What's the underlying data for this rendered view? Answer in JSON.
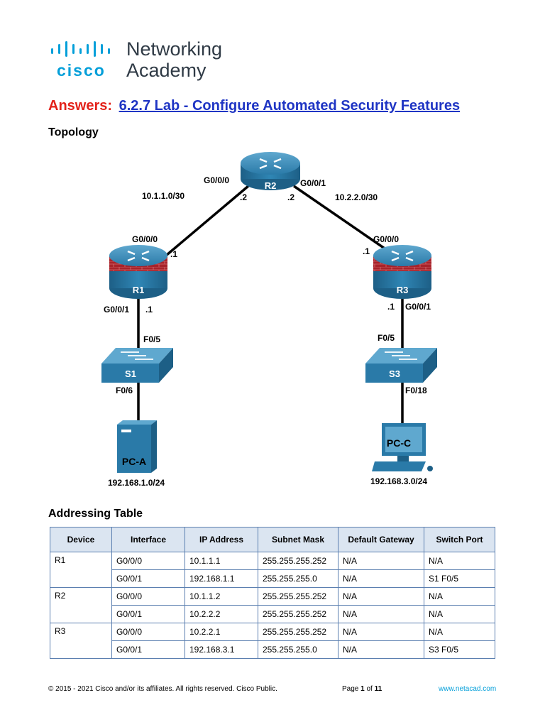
{
  "logo": {
    "brand": "cisco",
    "line1": "Networking",
    "line2": "Academy",
    "color": "#049fd9"
  },
  "title": {
    "prefix": "Answers:",
    "text": "6.2.7 Lab - Configure Automated Security Features",
    "prefix_color": "#e32119",
    "link_color": "#1f35c4"
  },
  "topology": {
    "heading": "Topology",
    "r2": {
      "name": "R2",
      "left_if": "G0/0/0",
      "right_if": "G0/0/1",
      "left_host": ".2",
      "right_host": ".2"
    },
    "net_left": "10.1.1.0/30",
    "net_right": "10.2.2.0/30",
    "r1": {
      "name": "R1",
      "top_if": "G0/0/0",
      "top_host": ".1",
      "bottom_if": "G0/0/1",
      "bottom_host": ".1"
    },
    "r3": {
      "name": "R3",
      "top_if": "G0/0/0",
      "top_host": ".1",
      "bottom_if": "G0/0/1",
      "bottom_host": ".1"
    },
    "s1": {
      "name": "S1",
      "up_port": "F0/5",
      "down_port": "F0/6"
    },
    "s3": {
      "name": "S3",
      "up_port": "F0/5",
      "down_port": "F0/18"
    },
    "pca": {
      "name": "PC-A",
      "net": "192.168.1.0/24"
    },
    "pcc": {
      "name": "PC-C",
      "net": "192.168.3.0/24"
    }
  },
  "addressing": {
    "heading": "Addressing Table",
    "headers": [
      "Device",
      "Interface",
      "IP Address",
      "Subnet Mask",
      "Default Gateway",
      "Switch Port"
    ],
    "rows": [
      [
        "R1",
        "G0/0/0",
        "10.1.1.1",
        "255.255.255.252",
        "N/A",
        "N/A"
      ],
      [
        "",
        "G0/0/1",
        "192.168.1.1",
        "255.255.255.0",
        "N/A",
        "S1 F0/5"
      ],
      [
        "R2",
        "G0/0/0",
        "10.1.1.2",
        "255.255.255.252",
        "N/A",
        "N/A"
      ],
      [
        "",
        "G0/0/1",
        "10.2.2.2",
        "255.255.255.252",
        "N/A",
        "N/A"
      ],
      [
        "R3",
        "G0/0/0",
        "10.2.2.1",
        "255.255.255.252",
        "N/A",
        "N/A"
      ],
      [
        "",
        "G0/0/1",
        "192.168.3.1",
        "255.255.255.0",
        "N/A",
        "S3 F0/5"
      ]
    ]
  },
  "footer": {
    "copyright": "© 2015 - 2021 Cisco and/or its affiliates. All rights reserved. Cisco Public.",
    "page_label": "Page",
    "page_num": "1",
    "page_of": "of",
    "page_total": "11",
    "url": "www.netacad.com"
  }
}
